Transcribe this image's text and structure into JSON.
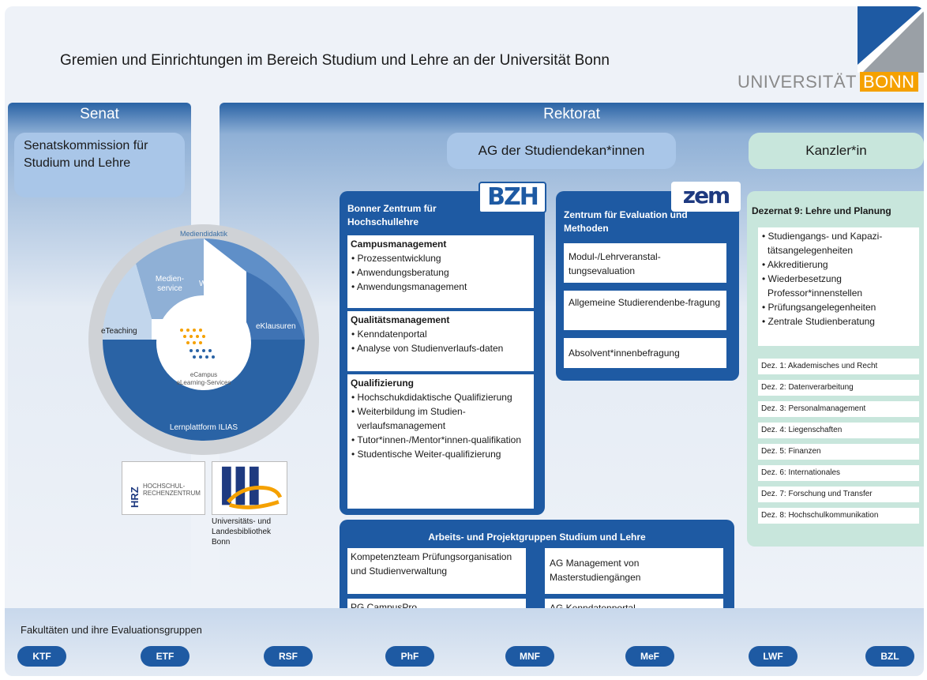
{
  "title": "Gremien und Einrichtungen im Bereich Studium und Lehre an der Universität Bonn",
  "logo": {
    "text_main": "UNIVERSITÄT",
    "text_accent": "BONN"
  },
  "colors": {
    "dark_blue": "#1e5aa3",
    "light_blue": "#a9c6e8",
    "mint": "#c8e6dc",
    "orange": "#f5a100"
  },
  "senat": {
    "header": "Senat",
    "kommission": "Senatskommission für Studium und Lehre"
  },
  "rektorat": {
    "header": "Rektorat",
    "ag_dekane": "AG der Studiendekan*innen",
    "kanzler": "Kanzler*in"
  },
  "ecampus": {
    "ring_label": "Mediendidaktik",
    "segments": [
      "Medien-service",
      "Webcast",
      "eTeaching",
      "eKlausuren"
    ],
    "center_line1": "eCampus",
    "center_line2": "eLearning-Services",
    "bottom_label": "Lernplattform ILIAS",
    "hrz_abbr": "HRZ",
    "hrz_line1": "HOCHSCHUL-",
    "hrz_line2": "RECHENZENTRUM",
    "ulb_label": "Universitäts- und Landesbibliothek Bonn"
  },
  "bzh": {
    "badge": "BZH",
    "title": "Bonner Zentrum für Hochschullehre",
    "sections": [
      {
        "heading": "Campusmanagement",
        "items": [
          "Prozessentwicklung",
          "Anwendungsberatung",
          "Anwendungsmanagement"
        ]
      },
      {
        "heading": "Qualitätsmanagement",
        "items": [
          "Kenndatenportal",
          "Analyse von Studienverlaufs-daten"
        ]
      },
      {
        "heading": "Qualifizierung",
        "items": [
          "Hochschukdidaktische Qualifizierung",
          "Weiterbildung im Studien-verlaufsmanagement",
          "Tutor*innen-/Mentor*innen-qualifikation",
          "Studentische Weiter-qualifizierung"
        ]
      }
    ]
  },
  "zem": {
    "badge": "zem",
    "title": "Zentrum für Evaluation und Methoden",
    "items": [
      "Modul-/Lehrveranstal-tungsevaluation",
      "Allgemeine Studierendenbe-fragung",
      "Absolvent*innenbefragung"
    ]
  },
  "dezernat": {
    "title": "Dezernat 9: Lehre und Planung",
    "items": [
      "Studiengangs- und Kapazi-tätsangelegenheiten",
      "Akkreditierung",
      "Wiederbesetzung Professor*innenstellen",
      "Prüfungsangelegenheiten",
      "Zentrale Studienberatung"
    ],
    "others": [
      "Dez. 1: Akademisches und Recht",
      "Dez. 2: Datenverarbeitung",
      "Dez. 3: Personalmanagement",
      "Dez. 4: Liegenschaften",
      "Dez. 5: Finanzen",
      "Dez. 6: Internationales",
      "Dez. 7: Forschung und Transfer",
      "Dez. 8: Hochschulkommunikation"
    ]
  },
  "arbeitsgruppen": {
    "title": "Arbeits- und Projektgruppen Studium und Lehre",
    "items": [
      "Kompetenzteam Prüfungsorganisation und Studienverwaltung",
      "AG Management von Masterstudiengängen",
      "PG CampusPro",
      "AG Kenndatenportal"
    ]
  },
  "fakultaeten": {
    "label": "Fakultäten und ihre Evaluationsgruppen",
    "items": [
      "KTF",
      "ETF",
      "RSF",
      "PhF",
      "MNF",
      "MeF",
      "LWF",
      "BZL"
    ]
  }
}
